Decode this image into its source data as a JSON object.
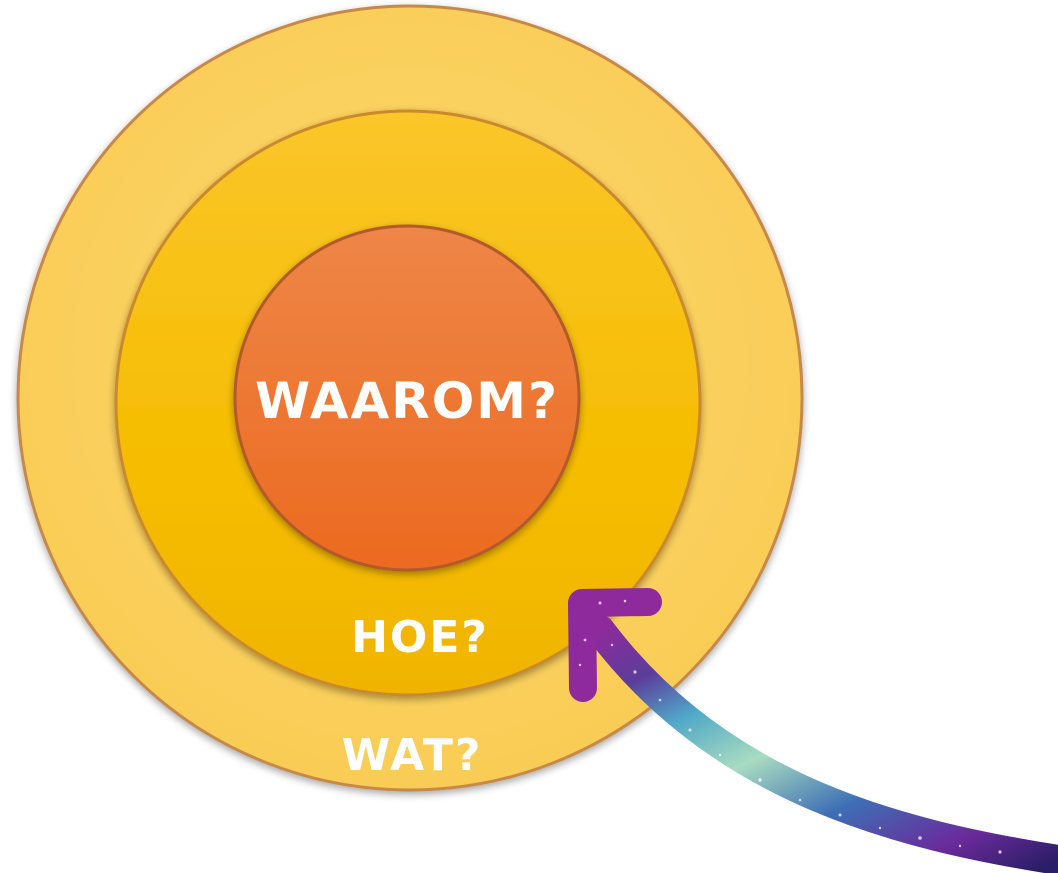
{
  "diagram": {
    "inner_label": "WAAROM?",
    "middle_label": "HOE?",
    "outer_label": "WAT?",
    "colors": {
      "outer_fill": "#FBD162",
      "outer_stroke": "#C7894A",
      "middle_fill": "#F8C10E",
      "middle_stroke": "#C98A2E",
      "inner_fill": "#EF7A36",
      "inner_stroke": "#B35A2A",
      "label": "#FFFFFF",
      "arrow_colors": [
        "#8E2A9C",
        "#4FA7C8",
        "#A8DCC0",
        "#3E6FB6",
        "#5B2E9A",
        "#2A1E66"
      ]
    },
    "arrow": {
      "icon": "glitter-arrow-icon",
      "points_to": "middle_label"
    }
  }
}
